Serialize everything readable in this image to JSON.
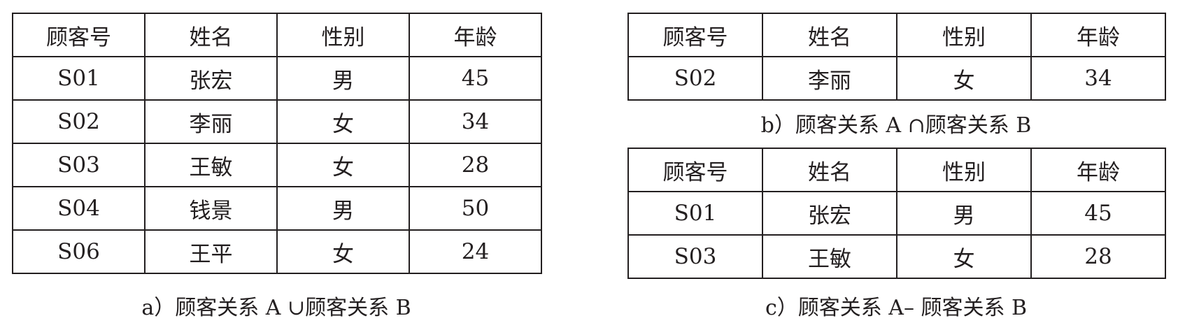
{
  "headers": [
    "顾客号",
    "姓名",
    "性别",
    "年龄"
  ],
  "tables": {
    "a": {
      "caption": "a）顾客关系 A ∪顾客关系 B",
      "rows": [
        [
          "S01",
          "张宏",
          "男",
          "45"
        ],
        [
          "S02",
          "李丽",
          "女",
          "34"
        ],
        [
          "S03",
          "王敏",
          "女",
          "28"
        ],
        [
          "S04",
          "钱景",
          "男",
          "50"
        ],
        [
          "S06",
          "王平",
          "女",
          "24"
        ]
      ]
    },
    "b": {
      "caption": "b）顾客关系 A ∩顾客关系 B",
      "rows": [
        [
          "S02",
          "李丽",
          "女",
          "34"
        ]
      ]
    },
    "c": {
      "caption": "c）顾客关系 A– 顾客关系 B",
      "rows": [
        [
          "S01",
          "张宏",
          "男",
          "45"
        ],
        [
          "S03",
          "王敏",
          "女",
          "28"
        ]
      ]
    }
  }
}
